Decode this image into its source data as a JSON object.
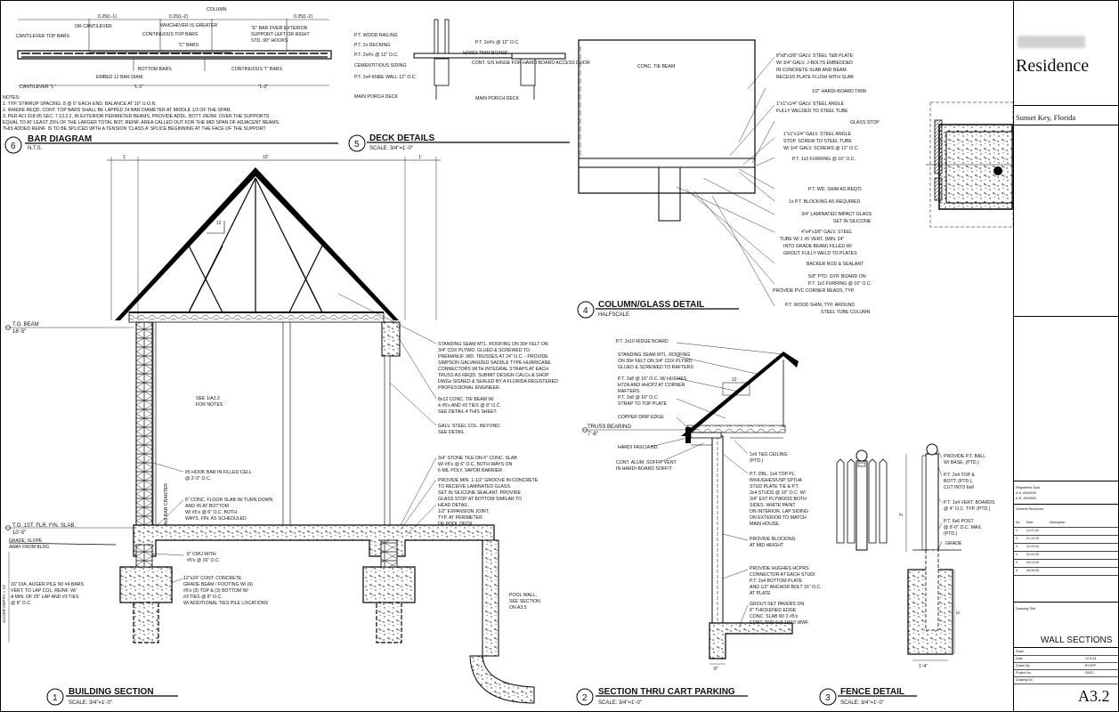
{
  "project": {
    "name": "Residence",
    "location": "Sunset Key, Florida",
    "sheet_title": "WALL SECTIONS",
    "sheet_number": "A3.2",
    "logo_label": "Registered Seal"
  },
  "details": [
    {
      "num": "1",
      "title": "BUILDING SECTION",
      "scale": "SCALE: 3/4\"=1'-0\""
    },
    {
      "num": "2",
      "title": "SECTION THRU CART PARKING",
      "scale": "SCALE: 3/4\"=1'-0\""
    },
    {
      "num": "3",
      "title": "FENCE DETAIL",
      "scale": "SCALE: 3/4\"=1'-0\""
    },
    {
      "num": "4",
      "title": "COLUMN/GLASS DETAIL",
      "scale": "HALFSCALE"
    },
    {
      "num": "5",
      "title": "DECK DETAILS",
      "scale": "SCALE: 3/4\"=1'-0\""
    },
    {
      "num": "6",
      "title": "BAR DIAGRAM",
      "scale": "N.T.S."
    }
  ],
  "bar_diagram": {
    "labels": [
      "COLUMN",
      "0.25(L-1)",
      "WHICHEVER IS GREATER",
      "0.25(L-2)",
      "0.25(L-2)",
      "CANTILEVER TOP BARS",
      "OR CANTILEVER",
      "CONTINUOUS TOP BARS",
      "\"C\" BARS",
      "\"E\" BAR OVER EXTERIOR",
      "SUPPORT LEFT OR RIGHT",
      "STD. 90° HOOKS",
      "BOTTOM BARS",
      "CONTINUOUS \"I\" BARS",
      "EMBED 12 BAR DIAM.",
      "CANTILEVER \"L\"",
      "\"L-1\"",
      "\"L-2\""
    ],
    "notes": [
      "NOTES:",
      "1. TYP. STIRRUP SPACING: 8 @ 6\" EACH END, BALANCE AT 10\" U.O.N.",
      "2. WHERE REQD. CONT. TOP BARS SHALL BE LAPPED 24 BAR DIAMETER AT MIDDLE 1/3 OF THE SPAN.",
      "3. PER ACI 318-95 SEC. 7.13.2.2, IN EXTERIOR PERIMETER BEAMS, PROVIDE ADDL. BOTT. REINF. OVER THE SUPPORTS",
      "   EQUAL TO AT LEAST 25% OF THE LARGER TOTAL BOT. REINF. AREA CALLED OUT FOR THE MID SPAN OF ADJACENT BEAMS.",
      "   THIS ADDED REINF. IS TO BE SPLICED WITH A TENSION 'CLASS A' SPLICE BEGINNING AT THE FACE OF THE SUPPORT."
    ]
  },
  "deck_details": {
    "labels": [
      "P.T. WOOD RAILING",
      "P.T. 2x DECKING",
      "P.T. 2x4's @ 12\" O.C.",
      "CEMENTITIOUS SIDING",
      "P.T. 2x4 KNEE WALL 12\" O.C.",
      "MAIN PORCH DECK",
      "P.T. 2x4's @ 12\" O.C.",
      "HARDI-TRIM BOARD",
      "CONT. S/S HINGE FOR HARDI BOARD ACCESS DOOR",
      "MAIN PORCH DECK"
    ]
  },
  "column_glass": {
    "labels": [
      "CONC. TIE BEAM",
      "8\"x8\"x3/8\" GALV. STEEL T&B PLATE",
      "W/ 3/4\" GALV. J-BOLTS EMBEDDED",
      "IN CONCRETE SLAB AND BEAM.",
      "RECESS PLATE FLUSH WITH SLAB",
      "1/2\" HARDI-BOARD TRIM",
      "1\"x1\"x1/4\" GALV. STEEL ANGLE",
      "FULLY WELDED TO STEEL TUBE",
      "GLASS STOP",
      "1\"x1\"x1/4\" GALV. STEEL ANGLE",
      "STOP.  SCREW TO STEEL TUBE",
      "W/ 1/4\" GALV. SCREWS @ 12\" O.C.",
      "P.T. 1x3 FURRING @ 16\" O.C.",
      "P.T. WD. SHIM AS REQ'D",
      "1x P.T. BLOCKING AS REQUIRED",
      "3/4\" LAMINATED IMPACT GLASS",
      "SET IN SILICONE",
      "4\"x4\"x3/8\" GALV. STEEL",
      "TUBE W/ 1 #5 VERT. (MIN. 24\"",
      "INTO GRADE BEAM) FILLED W/",
      "GROUT.  FULLY WELD TO PLATES",
      "BACKER ROD & SEALANT",
      "5/8\" PTD. GYP. BOARD ON",
      "P.T. 1x3 FURRING @ 16\" O.C.",
      "PROVIDE PVC CORNER BEADS, TYP.",
      "P.T. WOOD SHIM, TYP. AROUND",
      "STEEL TUBE COLUMN"
    ]
  },
  "building_section": {
    "dims": [
      "1'",
      "10'",
      "1'",
      "12"
    ],
    "elevations": [
      "T.O. BEAM",
      "18'-5\"",
      "T.O. 1ST. FLR. FIN. SLAB.",
      "10'-5\"",
      "GRADE, SLOPE",
      "AWAY FROM BLDG.",
      "AUGER DEPTH = 12'"
    ],
    "labels": [
      "SEE 1/A3.3",
      "FOR NOTES",
      "#5 HOOK BAR IN FILLED CELL",
      "@ 2'-0\" O.C.",
      "4x8 BAR CRANTER",
      "6\" CONC. FLOOR SLAB W/ TURN DOWN",
      "AND #5 AT BOTTOM",
      "W/ #5's @ 6\" O.C. BOTH",
      "WAYS.  FIN. AS SCHEDULED",
      "8\" CMU WITH",
      "#5's @ 16\" O.C.",
      "12\"x24\" CONT. CONCRETE",
      "GRADE BEAM / FOOTING W/ (6)",
      "#5's (3) TOP & (3) BOTTOM W/",
      "#3 TIES @ 8\" O.C.",
      "W/ ADDITIONAL TIES PILE LOCATIONS",
      "16\" DIA. AUGER PILE W/ #4 BARS",
      "VERT. TO LAP COL. REINF. W/",
      "A MIN. OF 25\" LAP AND #3 TIES",
      "@ 8\" O.C.",
      "STANDING SEAM MTL. ROOFING ON 30# FELT ON",
      "3/4\" CDX PLYWD. GLUED & SCREWED TO",
      "PREMANUF. WD. TRUSSES AT 24\" O.C. - PROVIDE",
      "SIMPSON GALVANIZED SADDLE TYPE HURRICANE",
      "CONNECTORS WITH INTEGRAL STRAPS AT EACH",
      "TRUSS AS REQD.  SUBMIT DESIGN CALCs & SHOP",
      "DWGs SIGNED & SEALED BY A FLORIDA REGISTERED",
      "PROFESSIONAL ENGINEER.",
      "8x12 CONC. TIE BEAM W/",
      "4 #5's AND #3 TIES @ 8\" O.C.",
      "SEE DETAIL 4 THIS SHEET.",
      "GALV. STEEL COL. BEYOND.",
      "SEE DETAIL",
      "3/4\" STONE TILE ON 6\" CONC. SLAB",
      "W/ #5's @ 6\" O.C. BOTH WAYS ON",
      "6 MIL POLY. VAPOR BARRIER",
      "PROVIDE MIN. 1-1/2\" GROOVE IN CONCRETE",
      "TO RECEIVE LAMINATED GLASS.",
      "SET IN SILICONE SEALANT.      PROVIDE",
      "GLASS STOP AT BOTTOM SIMILAR TO",
      "HEAD DETAIL.",
      "1/2\" EXPANSION JOINT,",
      "TYP. AT PERIMETER",
      "OF POOL DECK",
      "POOL WALL,",
      "SEE SECTION",
      "ON A3.5"
    ]
  },
  "cart_parking": {
    "labels": [
      "P.T. 2x10 RIDGE BOARD",
      "STANDING SEAM MTL. ROOFING",
      "ON 30# FELT ON 3/4\" CDX PLYWD.",
      "GLUED & SCREWED TO RAFTERS",
      "P.T. 2x8 @ 16\" O.C. W/ HUGHES",
      "H7ZA AND HHCP2 AT CORNER",
      "RAFTERS.",
      "P.T. 2x8 @ 16\" O.C.",
      "STRAP TO TOP PLATE",
      "COPPER DRIP EDGE",
      "TRUSS BEARING",
      "7'-8\"",
      "HARDI FASCIA BD.",
      "CONT. ALUM. SOFFIT VENT",
      "IN HARDI-BOARD SOFFIT",
      "1x6 T&G CEILING",
      "(PTD.)",
      "P.T. DBL. 2x4 TOP PL.",
      "W/HUGHES/USP SPTH4",
      "STUD PLATE TIE & P.T.",
      "2x4 STUDS @ 16\" O.C. W/",
      "3/4\" EXT PLYWOOD BOTH",
      "SIDES.  WHITE PAINT",
      "ON INTERIOR, LAP SIDING",
      "ON EXTERIOR TO MATCH",
      "MAIN HOUSE.",
      "PROVIDE BLOCKING",
      "AT MID HEIGHT",
      "PROVIDE HUGHES HCPRS",
      "CONNECTOR AT EACH STUD/",
      "P.T. 2x4 BOTTOM PLATE",
      "AND 1/2\" ANCHOR BOLT 16\" O.C.",
      "AT PLATE",
      "GROUT-SET PAVERS ON",
      "8\" THICKENED EDGE",
      "CONC. SLAB W/ 2 #5's",
      "CONT. AND 6x6 10/10 WWF",
      "12",
      "8\""
    ]
  },
  "fence": {
    "labels": [
      "PROVIDE P.T. BALL",
      "W/ BASE, (PTD.)",
      "P.T. 2x4 TOP &",
      "BOTT. (PTD.),",
      "CUT INTO 6x6",
      "P.T. 1x4 VERT. BOARDS",
      "@ 4\" O.C. TYP. (PTD.)",
      "P.T. 6x6 POST",
      "@ 8'-0\" O.C. MAX.",
      "(PTD.)",
      "GRADE",
      "1'-4\"",
      "3'",
      "5'"
    ]
  },
  "revisions": {
    "header": [
      "No.",
      "Date",
      "Description"
    ],
    "rows": [
      [
        "1",
        "12-21-04",
        ""
      ],
      [
        "2",
        "01-10-05",
        ""
      ],
      [
        "3",
        "12-20-04",
        ""
      ],
      [
        "4",
        "02-02-05",
        ""
      ],
      [
        "5",
        "04-13-05",
        ""
      ],
      [
        "6",
        "08-28-05",
        ""
      ]
    ]
  },
  "title_fields": [
    [
      "Scale",
      ""
    ],
    [
      "Date",
      "12-5-04"
    ],
    [
      "Drawn By",
      "BT/KFF"
    ],
    [
      "Project No.",
      "05021"
    ],
    [
      "Drawing No.",
      ""
    ]
  ],
  "small_notes": [
    "Registered Seal",
    "A.A. #000000",
    "A.R. #000000",
    "General Revisions",
    "Drawing Title"
  ]
}
